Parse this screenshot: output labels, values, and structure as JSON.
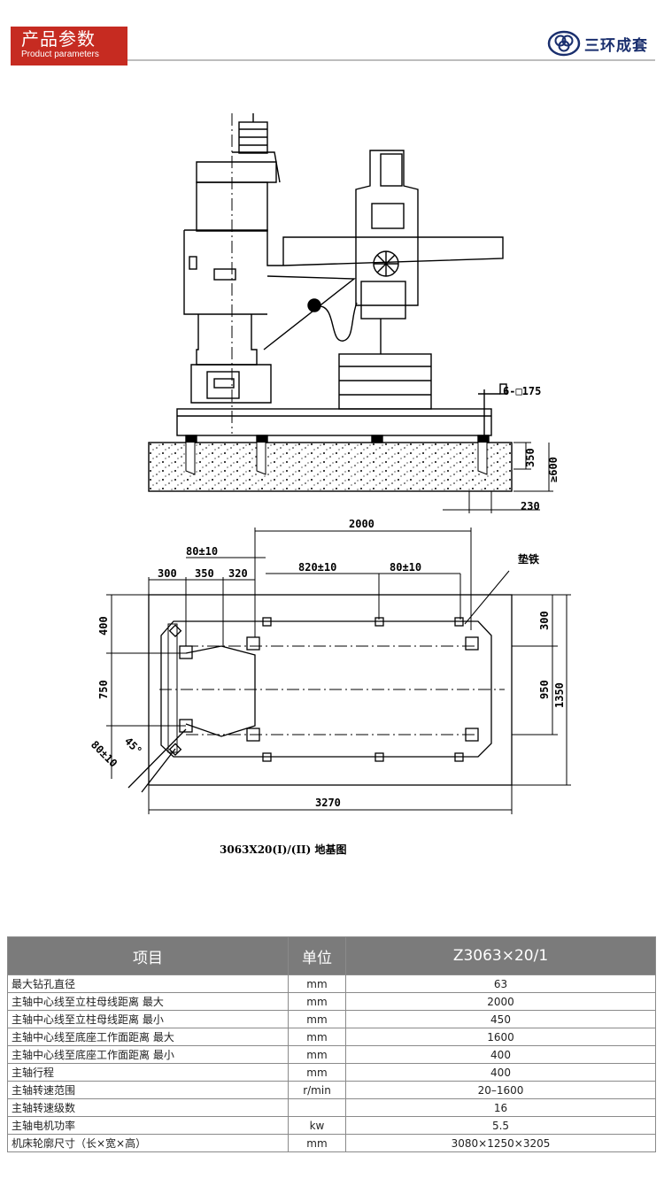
{
  "header": {
    "title_cn": "产品参数",
    "title_en": "Product parameters",
    "logo_text": "三环成套"
  },
  "drawing": {
    "labels": {
      "d_6_175": "6-□175",
      "d_350": "350",
      "d_600": "≥600",
      "d_230": "230",
      "d_2000": "2000",
      "d_80_10_top": "80±10",
      "d_820_10": "820±10",
      "d_80_10_right": "80±10",
      "d_shim": "垫铁",
      "d_300": "300",
      "d_350b": "350",
      "d_320": "320",
      "d_400": "400",
      "d_750": "750",
      "d_300r": "300",
      "d_950": "950",
      "d_1350": "1350",
      "d_80_10_left": "80±10",
      "d_45": "45°",
      "d_3270": "3270"
    },
    "caption": "3063X20(I)/(II) 地基图"
  },
  "table": {
    "headers": [
      "项目",
      "单位",
      "Z3063×20/1"
    ],
    "rows": [
      {
        "item": "最大钻孔直径",
        "unit": "mm",
        "value": "63"
      },
      {
        "item": "主轴中心线至立柱母线距离 最大",
        "unit": "mm",
        "value": "2000"
      },
      {
        "item": "主轴中心线至立柱母线距离 最小",
        "unit": "mm",
        "value": "450"
      },
      {
        "item": "主轴中心线至底座工作面距离 最大",
        "unit": "mm",
        "value": "1600"
      },
      {
        "item": "主轴中心线至底座工作面距离 最小",
        "unit": "mm",
        "value": "400"
      },
      {
        "item": "主轴行程",
        "unit": "mm",
        "value": "400"
      },
      {
        "item": "主轴转速范围",
        "unit": "r/min",
        "value": "20–1600"
      },
      {
        "item": "主轴转速级数",
        "unit": "",
        "value": "16"
      },
      {
        "item": "主轴电机功率",
        "unit": "kw",
        "value": "5.5"
      },
      {
        "item": "机床轮廓尺寸（长×宽×高）",
        "unit": "mm",
        "value": "3080×1250×3205"
      }
    ]
  }
}
